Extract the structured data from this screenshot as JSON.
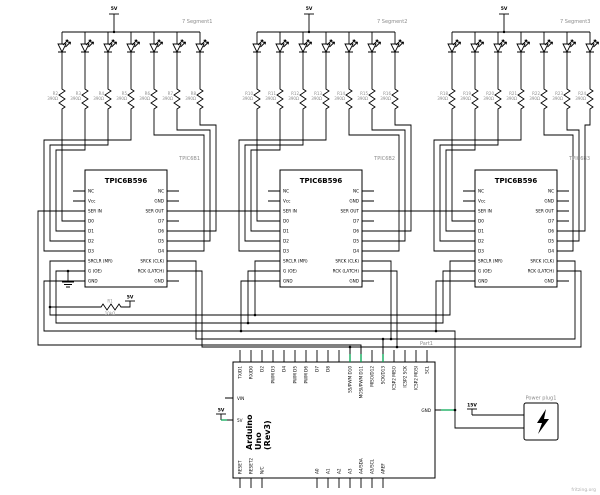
{
  "meta": {
    "watermark": "fritzing.org"
  },
  "colors": {
    "wire": "#000000",
    "green-wire": "#00a650",
    "label": "#8c8c8c"
  },
  "supplies": {
    "v5": "5V",
    "v15": "15V"
  },
  "segments": [
    {
      "label": "7 Segment1",
      "supply": "5V",
      "resistors": [
        {
          "ref": "R2",
          "value": "390Ω"
        },
        {
          "ref": "R3",
          "value": "390Ω"
        },
        {
          "ref": "R4",
          "value": "390Ω"
        },
        {
          "ref": "R5",
          "value": "390Ω"
        },
        {
          "ref": "R6",
          "value": "390Ω"
        },
        {
          "ref": "R7",
          "value": "390Ω"
        },
        {
          "ref": "R8",
          "value": "390Ω"
        }
      ]
    },
    {
      "label": "7 Segment2",
      "supply": "5V",
      "resistors": [
        {
          "ref": "R10",
          "value": "390Ω"
        },
        {
          "ref": "R11",
          "value": "390Ω"
        },
        {
          "ref": "R12",
          "value": "390Ω"
        },
        {
          "ref": "R13",
          "value": "390Ω"
        },
        {
          "ref": "R14",
          "value": "390Ω"
        },
        {
          "ref": "R15",
          "value": "390Ω"
        },
        {
          "ref": "R16",
          "value": "390Ω"
        }
      ]
    },
    {
      "label": "7 Segment3",
      "supply": "5V",
      "resistors": [
        {
          "ref": "R18",
          "value": "390Ω"
        },
        {
          "ref": "R19",
          "value": "390Ω"
        },
        {
          "ref": "R20",
          "value": "390Ω"
        },
        {
          "ref": "R21",
          "value": "390Ω"
        },
        {
          "ref": "R22",
          "value": "390Ω"
        },
        {
          "ref": "R23",
          "value": "390Ω"
        },
        {
          "ref": "R24",
          "value": "390Ω"
        }
      ]
    }
  ],
  "chips": [
    {
      "ref": "TPIC6B1",
      "title": "TPIC6B596",
      "left_pins": [
        "NC",
        "Vcc",
        "SER IN",
        "D0",
        "D1",
        "D2",
        "D3",
        "SRCLR (MR)",
        "G (OE)",
        "GND"
      ],
      "right_pins": [
        "NC",
        "GND",
        "SER OUT",
        "D7",
        "D6",
        "D5",
        "D4",
        "SRCK (CLK)",
        "RCK (LATCH)",
        "GND"
      ]
    },
    {
      "ref": "TPIC6B2",
      "title": "TPIC6B596",
      "left_pins": [
        "NC",
        "Vcc",
        "SER IN",
        "D0",
        "D1",
        "D2",
        "D3",
        "SRCLR (MR)",
        "G (OE)",
        "GND"
      ],
      "right_pins": [
        "NC",
        "GND",
        "SER OUT",
        "D7",
        "D6",
        "D5",
        "D4",
        "SRCK (CLK)",
        "RCK (LATCH)",
        "GND"
      ]
    },
    {
      "ref": "TPIC6B3",
      "title": "TPIC6B596",
      "left_pins": [
        "NC",
        "Vcc",
        "SER IN",
        "D0",
        "D1",
        "D2",
        "D3",
        "SRCLR (MR)",
        "G (OE)",
        "GND"
      ],
      "right_pins": [
        "NC",
        "GND",
        "SER OUT",
        "D7",
        "D6",
        "D5",
        "D4",
        "SRCK (CLK)",
        "RCK (LATCH)",
        "GND"
      ]
    }
  ],
  "r1": {
    "ref": "R1",
    "value": "10kΩ"
  },
  "arduino": {
    "ref": "Part1",
    "title_lines": [
      "Arduino",
      "Uno",
      "(Rev3)"
    ],
    "top_pins": [
      "TX/D1",
      "RX/D0",
      "D2",
      "PWM D3",
      "D4",
      "PWM D5",
      "PWM D6",
      "D7",
      "D8",
      "PWM D9",
      "SS/PWM D10",
      "MOSI/PWM D11",
      "MISO/D12",
      "SCK/D13",
      "ICSP2 MISO",
      "ICSP2 SCK",
      "ICSP2 MOSI",
      "SCL"
    ],
    "bottom_pins": [
      "RESET",
      "RESET2",
      "N/C",
      "A0",
      "A1",
      "A2",
      "A3",
      "A4/SDA",
      "A5/SCL",
      "AREF"
    ],
    "left_pins": [
      "VIN",
      "5V"
    ],
    "right_pins": [
      "GND"
    ]
  },
  "power_plug": {
    "label": "Power plug1"
  }
}
